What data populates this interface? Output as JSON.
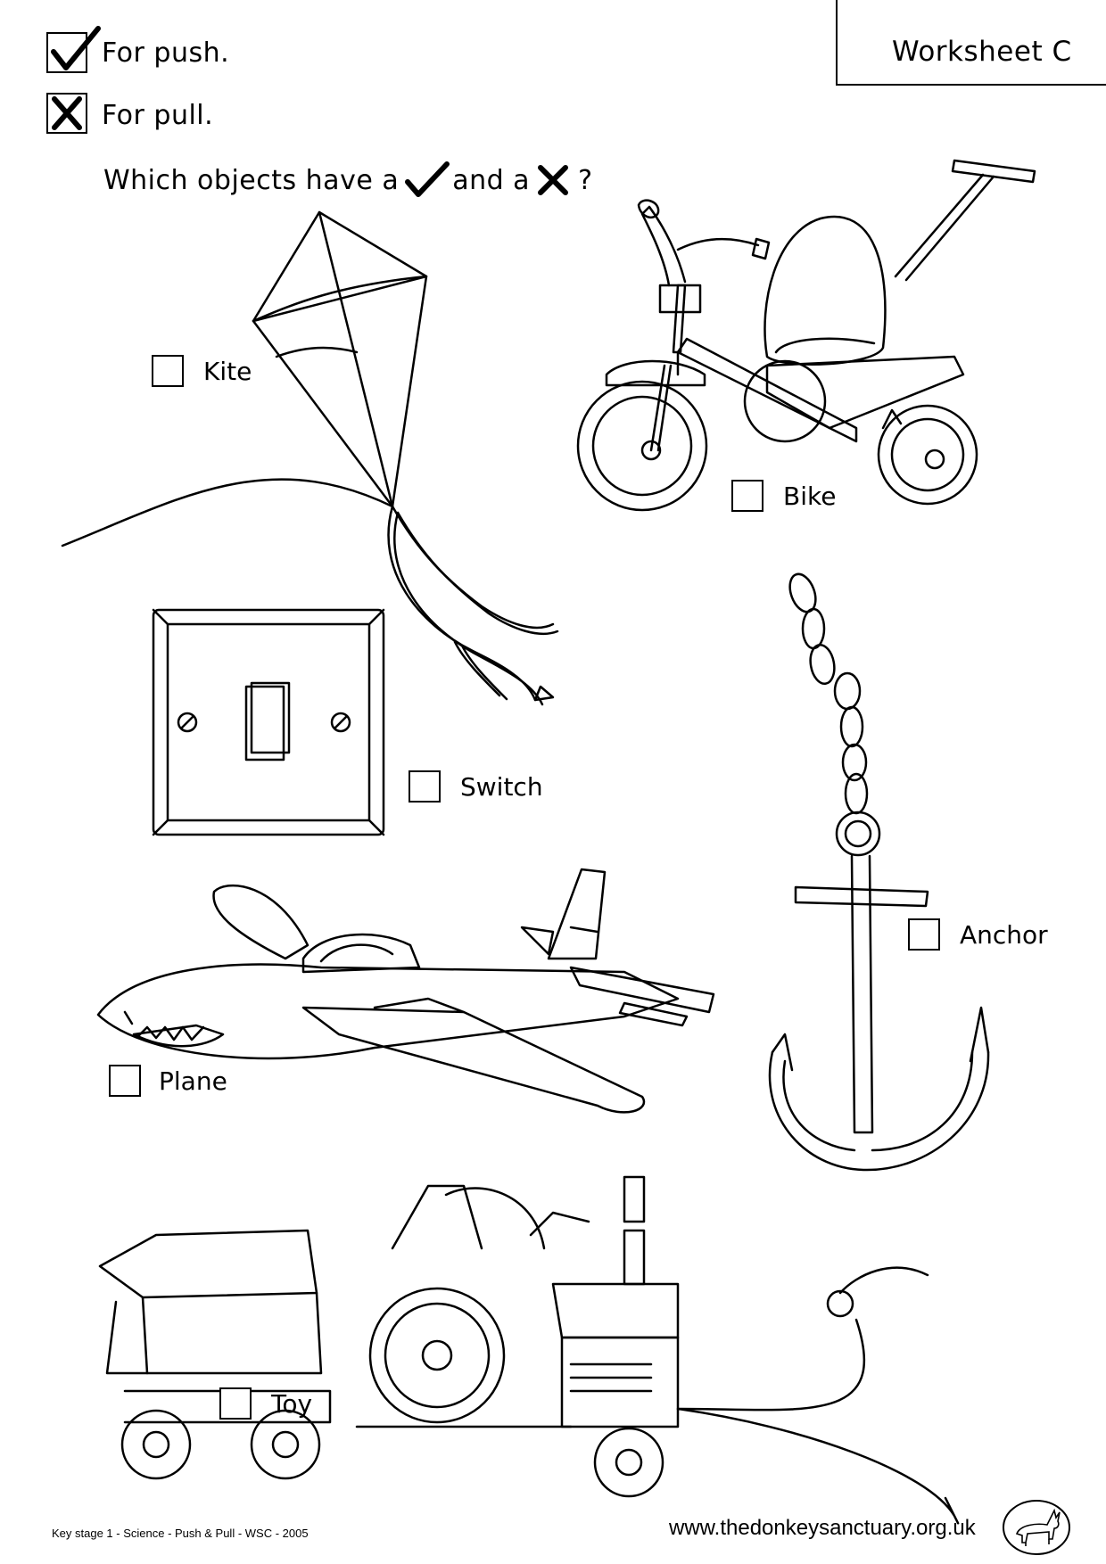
{
  "header": {
    "worksheet_title": "Worksheet C"
  },
  "legend": {
    "push_text": "For push.",
    "pull_text": "For pull.",
    "question_prefix": "Which objects have a",
    "question_middle": "and a",
    "question_suffix": "?"
  },
  "items": [
    {
      "label": "Kite"
    },
    {
      "label": "Bike"
    },
    {
      "label": "Switch"
    },
    {
      "label": "Anchor"
    },
    {
      "label": "Plane"
    },
    {
      "label": "Toy"
    }
  ],
  "footer": {
    "left": "Key stage 1 - Science - Push & Pull - WSC - 2005",
    "right": "www.thedonkeysanctuary.org.uk"
  },
  "colors": {
    "ink": "#000000",
    "paper": "#ffffff"
  },
  "icons": [
    "check-icon",
    "cross-icon",
    "donkey-logo-icon"
  ]
}
